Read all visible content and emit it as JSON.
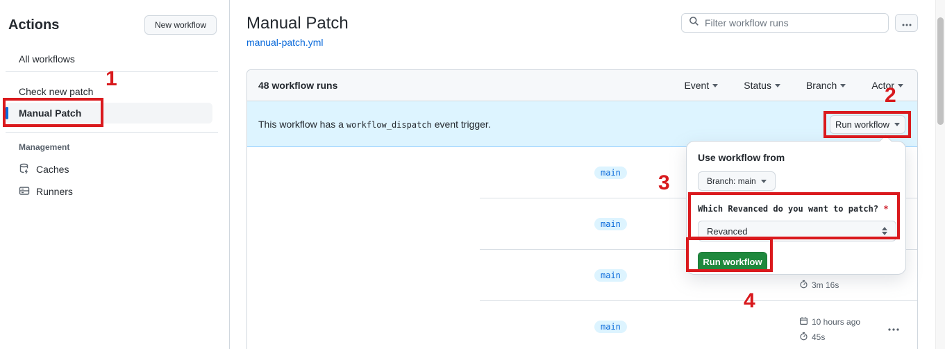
{
  "annotations": {
    "step1": "1",
    "step2": "2",
    "step3": "3",
    "step4": "4"
  },
  "sidebar": {
    "title": "Actions",
    "new_workflow_button": "New workflow",
    "items": [
      {
        "label": "All workflows"
      },
      {
        "label": "Check new patch"
      },
      {
        "label": "Manual Patch",
        "selected": true
      }
    ],
    "management": {
      "heading": "Management",
      "items": [
        {
          "label": "Caches"
        },
        {
          "label": "Runners"
        }
      ]
    }
  },
  "header": {
    "title": "Manual Patch",
    "file_link": "manual-patch.yml",
    "filter_placeholder": "Filter workflow runs"
  },
  "runs_table": {
    "count_label": "48 workflow runs",
    "filters": [
      {
        "label": "Event"
      },
      {
        "label": "Status"
      },
      {
        "label": "Branch"
      },
      {
        "label": "Actor"
      }
    ],
    "banner": {
      "text_before": "This workflow has a",
      "code": "workflow_dispatch",
      "text_after": "event trigger.",
      "run_workflow_label": "Run workflow"
    },
    "rows": [
      {
        "branch": "main"
      },
      {
        "branch": "main"
      },
      {
        "branch": "main",
        "duration": "3m 16s"
      },
      {
        "branch": "main",
        "time": "10 hours ago",
        "duration": "45s"
      }
    ]
  },
  "run_dialog": {
    "heading": "Use workflow from",
    "branch_selector": "Branch: main",
    "input_label": "Which Revanced do you want to patch?",
    "required_mark": "*",
    "select_value": "Revanced",
    "submit_label": "Run workflow"
  },
  "colors": {
    "accent_blue": "#0969da",
    "banner_blue": "#ddf4ff",
    "success_green": "#1f883d",
    "annotation_red": "#da191d",
    "border_gray": "#d0d7de"
  }
}
